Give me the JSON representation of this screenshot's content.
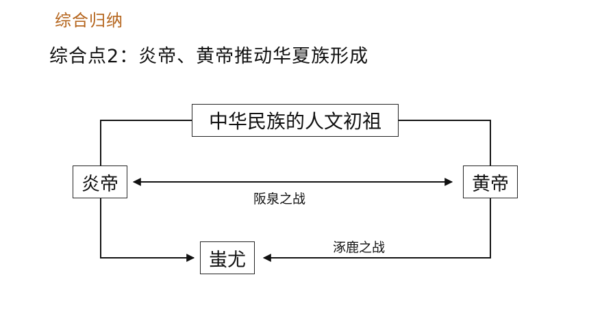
{
  "header": {
    "section_title": "综合归纳",
    "point_title": "综合点2：炎帝、黄帝推动华夏族形成"
  },
  "diagram": {
    "top_box": "中华民族的人文初祖",
    "yan_box": "炎帝",
    "huang_box": "黄帝",
    "chiyou_box": "蚩尤",
    "battle_banquan": "阪泉之战",
    "battle_zhuolu": "涿鹿之战"
  },
  "colors": {
    "section_title": "#b5651d",
    "line": "#111111"
  }
}
